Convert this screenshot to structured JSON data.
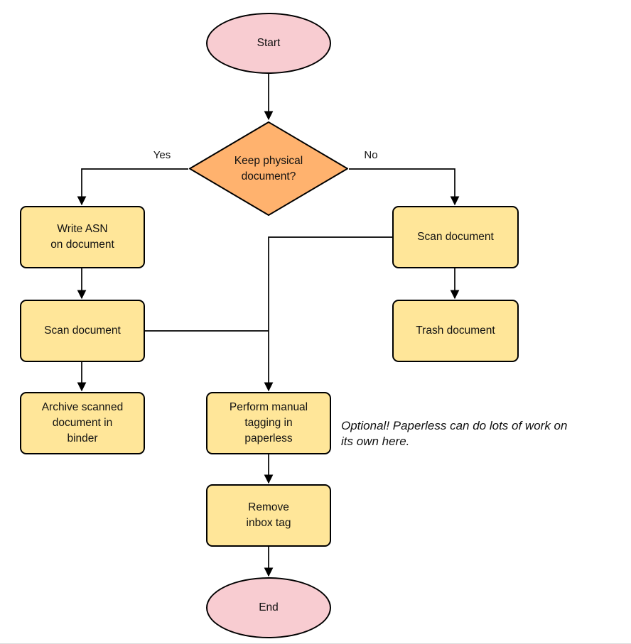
{
  "colors": {
    "terminal_fill": "#f8ccd1",
    "decision_fill": "#ffb26e",
    "process_fill": "#ffe699",
    "stroke": "#000000"
  },
  "nodes": {
    "start": {
      "label": "Start"
    },
    "decision": {
      "label": "Keep physical\ndocument?"
    },
    "write_asn": {
      "label": "Write ASN\non document"
    },
    "scan_left": {
      "label": "Scan document"
    },
    "archive": {
      "label": "Archive scanned\ndocument in\nbinder"
    },
    "scan_right": {
      "label": "Scan document"
    },
    "trash": {
      "label": "Trash document"
    },
    "tagging": {
      "label": "Perform manual\ntagging in\npaperless"
    },
    "remove_inbox": {
      "label": "Remove\ninbox tag"
    },
    "end": {
      "label": "End"
    }
  },
  "edge_labels": {
    "yes": "Yes",
    "no": "No"
  },
  "annotation": "Optional! Paperless can do lots of work on\nits own here."
}
